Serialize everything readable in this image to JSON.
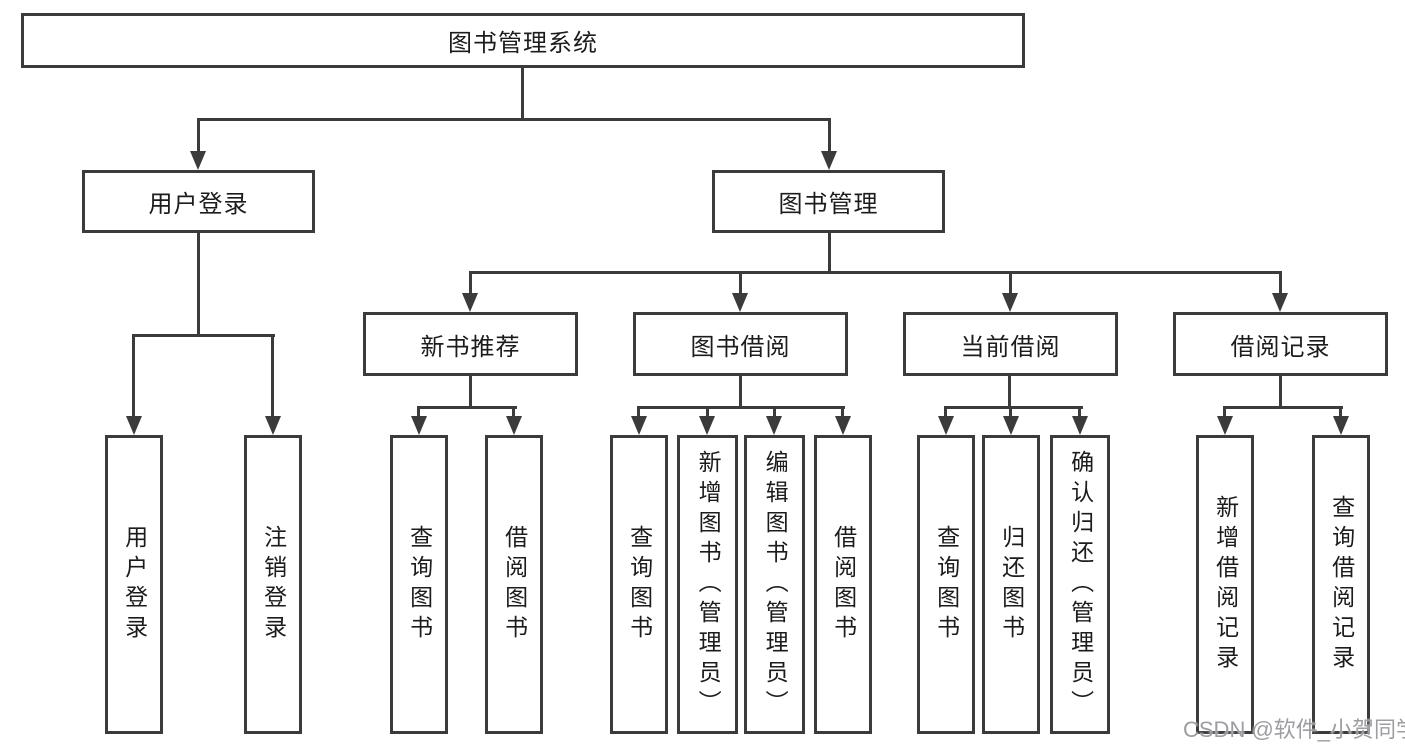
{
  "tree": {
    "root": "图书管理系统",
    "branches": [
      {
        "label": "用户登录",
        "children": [
          "用户登录",
          "注销登录"
        ]
      },
      {
        "label": "图书管理"
      }
    ],
    "modules": [
      {
        "label": "新书推荐",
        "children": [
          "查询图书",
          "借阅图书"
        ]
      },
      {
        "label": "图书借阅",
        "children": [
          "查询图书",
          "新增图书（管理员）",
          "编辑图书（管理员）",
          "借阅图书"
        ]
      },
      {
        "label": "当前借阅",
        "children": [
          "查询图书",
          "归还图书",
          "确认归还（管理员）"
        ]
      },
      {
        "label": "借阅记录",
        "children": [
          "新增借阅记录",
          "查询借阅记录"
        ]
      }
    ]
  },
  "watermark": "CSDN @软件_小贺同学",
  "colors": {
    "line": "#3b3b3b",
    "text": "#1c1c1c",
    "watermark": "#9d9ea2",
    "background": "#ffffff"
  }
}
